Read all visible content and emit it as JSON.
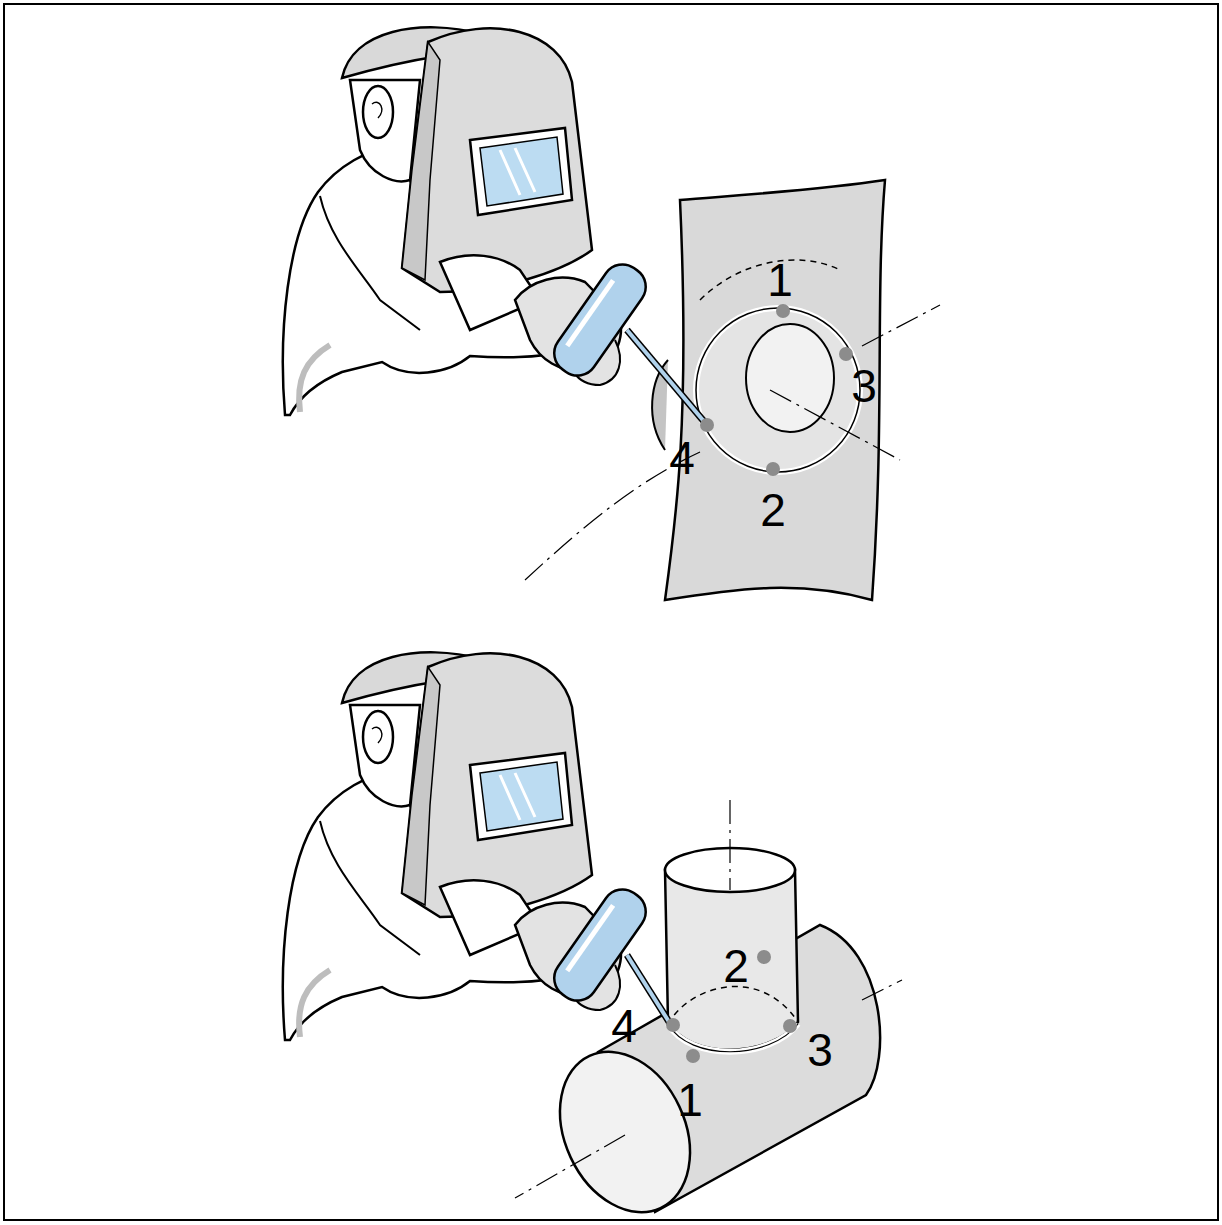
{
  "diagram": {
    "labels": [
      "1",
      "3",
      "4",
      "2",
      "2",
      "4",
      "1",
      "3"
    ]
  }
}
